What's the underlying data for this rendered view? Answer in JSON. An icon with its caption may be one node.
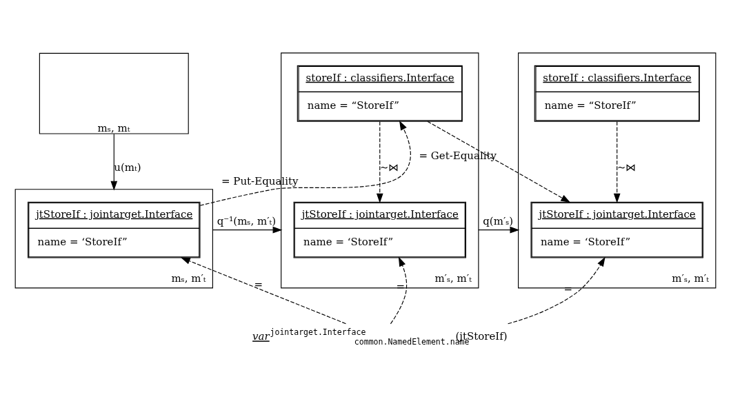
{
  "diagram": {
    "nodes": [
      {
        "text": [
          "mₛ, mₜ"
        ]
      },
      {
        "text": [
          "mₛ, m′ₜ"
        ]
      },
      {
        "text": [
          "jtStoreIf : jointarget.Interface",
          "name = ‘StoreIf”"
        ],
        "in": 1
      },
      {
        "text": [
          "m′ₛ, m′ₜ"
        ]
      },
      {
        "text": [
          "storeIf : classifiers.Interface",
          "name = “StoreIf”"
        ],
        "in": 3
      },
      {
        "text": [
          "jtStoreIf : jointarget.Interface",
          "name = ‘StoreIf”"
        ],
        "in": 3
      },
      {
        "text": [
          "m′ₛ, m′ₜ"
        ]
      },
      {
        "text": [
          "storeIf : classifiers.Interface",
          "name = “StoreIf”"
        ],
        "in": 6
      },
      {
        "text": [
          "jtStoreIf : jointarget.Interface",
          "name = ‘StoreIf”"
        ],
        "in": 6
      },
      {
        "text": [
          "*var*$^{jointarget.Interface}$$_{common.NamedElement.name}$(jtStoreIf)"
        ]
      }
    ],
    "edges": [
      {
        "from": 0,
        "to": 1,
        "arrow": "to",
        "label": "u(mₜ)"
      },
      {
        "from": 1,
        "to": 3,
        "arrow": "to",
        "label": "q⁻¹(mₛ, m′ₜ)"
      },
      {
        "from": 3,
        "to": 6,
        "arrow": "to",
        "label": "q(m′ₛ)"
      },
      {
        "from": 4,
        "to": 5,
        "arrow": "to",
        "label": "∼⋈",
        "style": "dashed"
      },
      {
        "from": 7,
        "to": 8,
        "arrow": "to",
        "label": "∼⋈",
        "style": "dashed"
      },
      {
        "from": 2,
        "to": 4,
        "arrow": "to",
        "label": "= Put-Equality",
        "style": "dashed"
      },
      {
        "from": 4,
        "to": 8,
        "arrow": "to",
        "label": "= Get-Equality",
        "style": "dashed"
      },
      {
        "from": 9,
        "to": 2,
        "arrow": "to",
        "label": "=",
        "style": "dashed"
      },
      {
        "from": 9,
        "to": 5,
        "arrow": "to",
        "label": "=",
        "style": "dashed"
      },
      {
        "from": 9,
        "to": 8,
        "arrow": "to",
        "label": "=",
        "style": "dashed"
      }
    ]
  }
}
